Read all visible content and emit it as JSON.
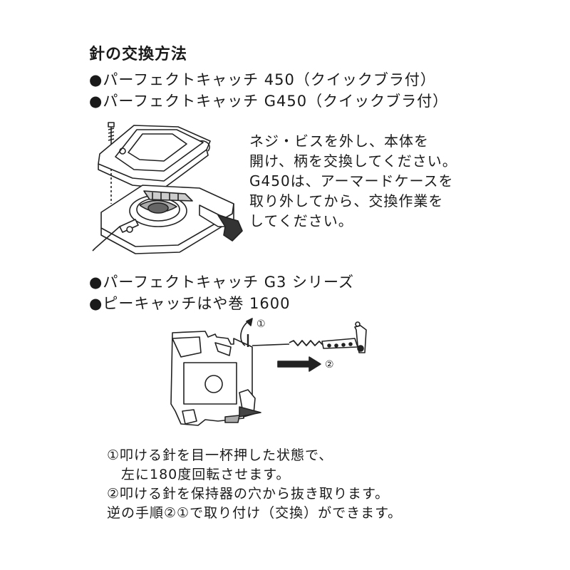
{
  "title": "針の交換方法",
  "section1": {
    "items": [
      "●パーフェクトキャッチ 450（クイックブラ付）",
      "●パーフェクトキャッチ G450（クイックブラ付）"
    ],
    "description": [
      "ネジ・ビスを外し、本体を",
      "開け、柄を交換してください。",
      "G450は、アーマードケースを",
      "取り外してから、交換作業を",
      "してください。"
    ]
  },
  "section2": {
    "items": [
      "●パーフェクトキャッチ G3 シリーズ",
      "●ピーキャッチはや巻 1600"
    ],
    "figure_labels": {
      "rotate": "①",
      "pull": "②"
    }
  },
  "instructions": [
    "①叩ける針を目一杯押した状態で、",
    "　左に180度回転させます。",
    "②叩ける針を保持器の穴から抜き取ります。",
    "逆の手順②①で取り付け（交換）ができます。"
  ]
}
